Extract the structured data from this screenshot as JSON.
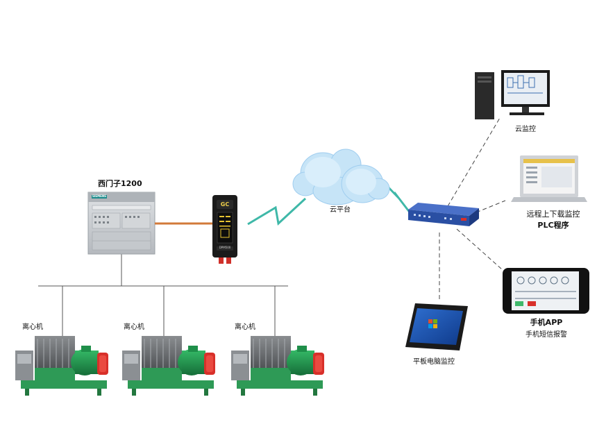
{
  "labels": {
    "plc": "西门子1200",
    "cloud": "云平台",
    "cloud_monitor": "云监控",
    "remote_line1": "远程上下载监控",
    "remote_line2": "PLC程序",
    "mobile_line1": "手机APP",
    "mobile_line2": "手机短信报警",
    "tablet": "平板电脑监控",
    "centrifuge": "离心机"
  },
  "gateway": {
    "brand": "GC",
    "model": "DPM500"
  },
  "plc_brand": "SIEMENS",
  "colors": {
    "plc_body": "#c9ccd0",
    "cable": "#d27a3a",
    "wireless": "#3fb8a8",
    "router": "#2d52a8",
    "motor": "#1f8f4a",
    "frame": "#2e9a56",
    "red_part": "#d8302a",
    "cloud": "#bfe0f5"
  },
  "centrifuges": [
    {
      "label": "离心机"
    },
    {
      "label": "离心机"
    },
    {
      "label": "离心机"
    }
  ]
}
